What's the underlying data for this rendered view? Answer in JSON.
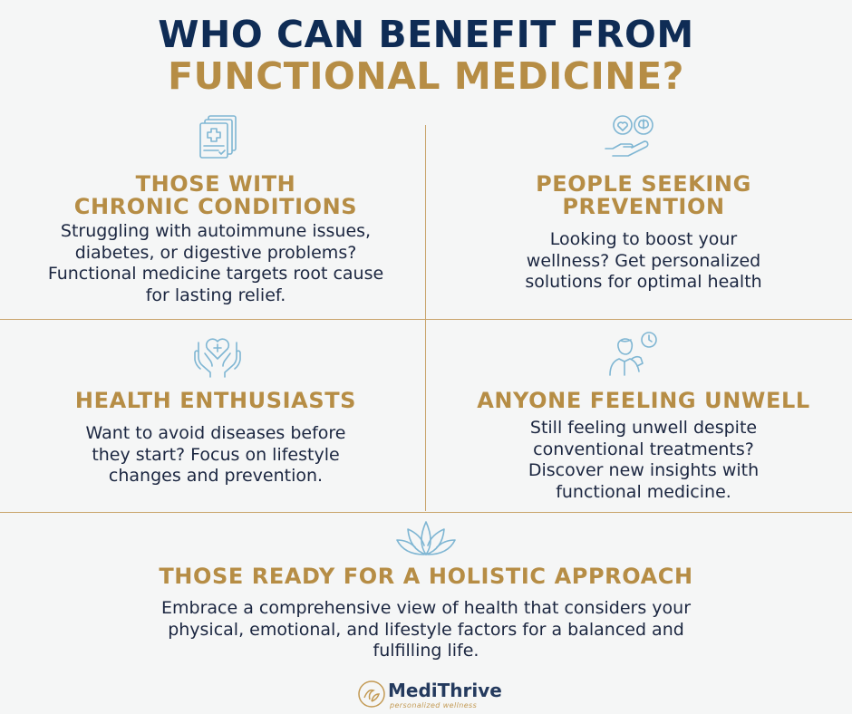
{
  "title": {
    "line1": "WHO CAN BENEFIT FROM",
    "line2": "FUNCTIONAL MEDICINE?"
  },
  "sections": [
    {
      "icon": "medical-records-icon",
      "heading_lines": [
        "THOSE WITH",
        "CHRONIC CONDITIONS"
      ],
      "description_lines": [
        "Struggling with autoimmune issues,",
        "diabetes, or digestive problems?",
        "Functional medicine targets root cause",
        "for lasting relief."
      ]
    },
    {
      "icon": "heart-brain-hand-icon",
      "heading_lines": [
        "PEOPLE SEEKING",
        "PREVENTION"
      ],
      "description_lines": [
        "Looking to boost your",
        "wellness? Get personalized",
        "solutions for optimal health"
      ]
    },
    {
      "icon": "hands-heart-icon",
      "heading_lines": [
        "HEALTH ENTHUSIASTS"
      ],
      "description_lines": [
        "Want to avoid diseases before",
        "they start? Focus on lifestyle",
        "changes and prevention."
      ]
    },
    {
      "icon": "unwell-person-icon",
      "heading_lines": [
        "ANYONE FEELING UNWELL"
      ],
      "description_lines": [
        "Still feeling unwell despite",
        "conventional treatments?",
        "Discover new insights with",
        "functional medicine."
      ]
    },
    {
      "icon": "lotus-icon",
      "heading_lines": [
        "THOSE READY FOR A HOLISTIC APPROACH"
      ],
      "description_lines": [
        "Embrace a comprehensive view of health that considers your",
        "physical, emotional, and lifestyle factors for a balanced and",
        "fulfilling life."
      ]
    }
  ],
  "brand": {
    "name": "MediThrive",
    "tagline": "personalized wellness"
  },
  "colors": {
    "navy": "#0f2c55",
    "gold": "#b68d45",
    "icon": "#7fb6d3",
    "divider": "#c9a46b",
    "background": "#f5f6f6"
  }
}
